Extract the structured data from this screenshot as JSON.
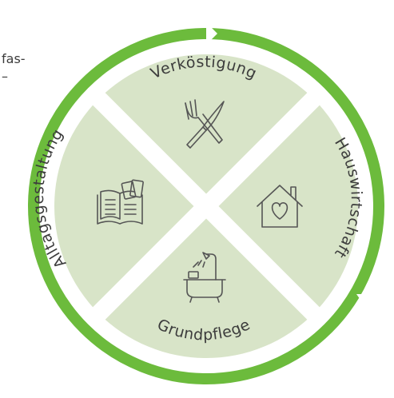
{
  "segments": [
    {
      "label": "Verköstigung",
      "icon": "cutlery-icon"
    },
    {
      "label": "Hauswirtschaft",
      "icon": "house-heart-icon"
    },
    {
      "label": "Grundpflege",
      "icon": "bathtub-shower-icon"
    },
    {
      "label": "Alltagsgestaltung",
      "icon": "book-cards-icon"
    }
  ],
  "side_text": {
    "line1": "fas-",
    "line2": "–"
  },
  "colors": {
    "ring": "#6cbb3c",
    "segment_fill": "#d8e4c8",
    "separator": "#ffffff",
    "text": "#3c3c3c",
    "icon_stroke": "#555555"
  }
}
